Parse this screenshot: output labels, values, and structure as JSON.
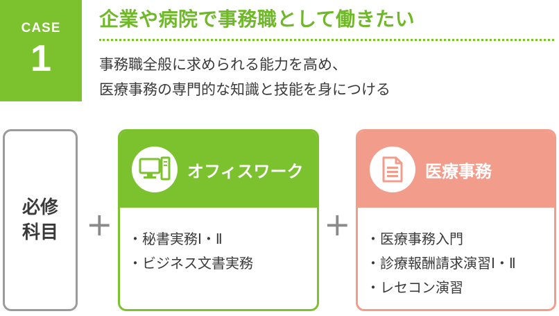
{
  "case": {
    "label": "CASE",
    "number": "1"
  },
  "headline": "企業や病院で事務職として働きたい",
  "description": [
    "事務職全般に求められる能力を高め、",
    "医療事務の専門的な知識と技能を身につける"
  ],
  "required_card": {
    "line1": "必修",
    "line2": "科目"
  },
  "plus_sign": "+",
  "office_card": {
    "title": "オフィスワーク",
    "icon": "computer-icon",
    "items": [
      "・秘書実務Ⅰ・Ⅱ",
      "・ビジネス文書実務"
    ]
  },
  "medical_card": {
    "title": "医療事務",
    "icon": "document-icon",
    "items": [
      "・医療事務入門",
      "・診療報酬請求演習Ⅰ・Ⅱ",
      "・レセコン演習"
    ]
  },
  "colors": {
    "green": "#7cc12e",
    "salmon": "#f29d8c",
    "gray": "#9b9b9b"
  }
}
